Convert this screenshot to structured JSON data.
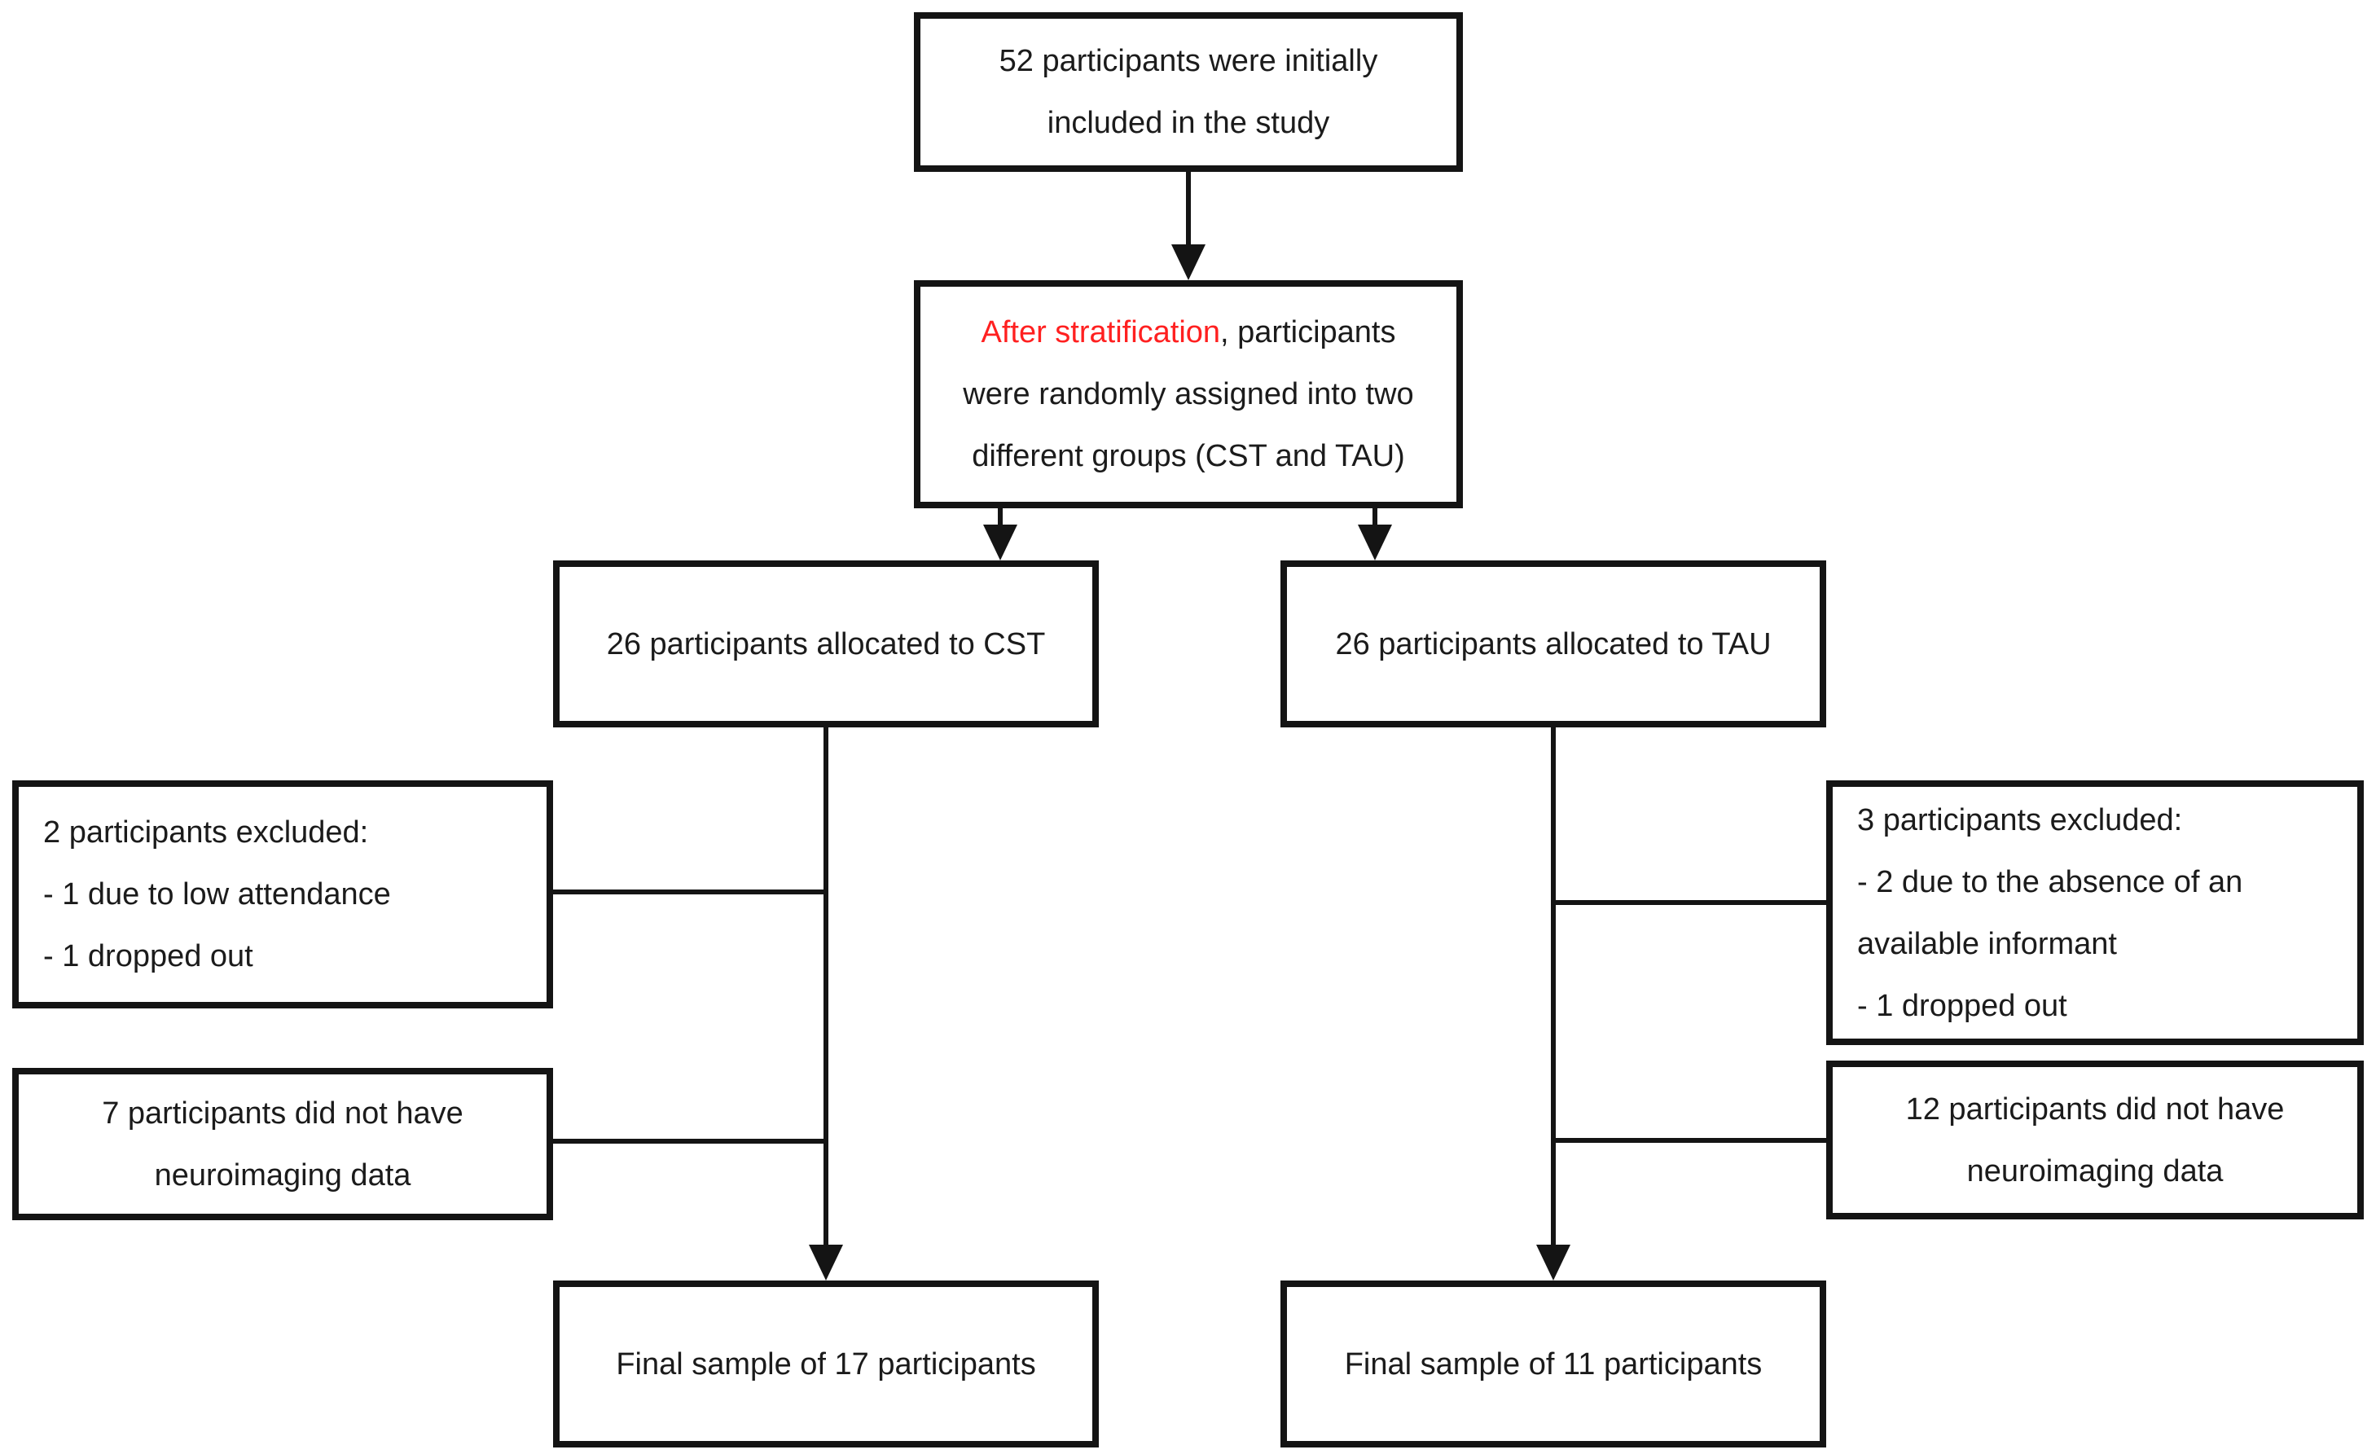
{
  "colors": {
    "background": "#ffffff",
    "box_border": "#141414",
    "text": "#1b1b1b",
    "highlight_red": "#ff2020"
  },
  "boxes": {
    "initial": "52 participants were initially\nincluded in the study",
    "stratification": {
      "highlight": "After stratification",
      "rest": ", participants\nwere randomly assigned into two\ndifferent groups (CST and TAU)"
    },
    "cst_allocated": "26 participants allocated to CST",
    "tau_allocated": "26 participants allocated to TAU",
    "cst_excluded": "2 participants excluded:\n- 1 due to low attendance\n- 1 dropped out",
    "tau_excluded": "3 participants excluded:\n- 2 due to the absence of an\navailable informant\n- 1 dropped out",
    "cst_no_neuroimaging": "7 participants did not have\nneuroimaging data",
    "tau_no_neuroimaging": "12 participants did not have\nneuroimaging data",
    "cst_final": "Final sample of 17 participants",
    "tau_final": "Final sample of 11 participants"
  }
}
